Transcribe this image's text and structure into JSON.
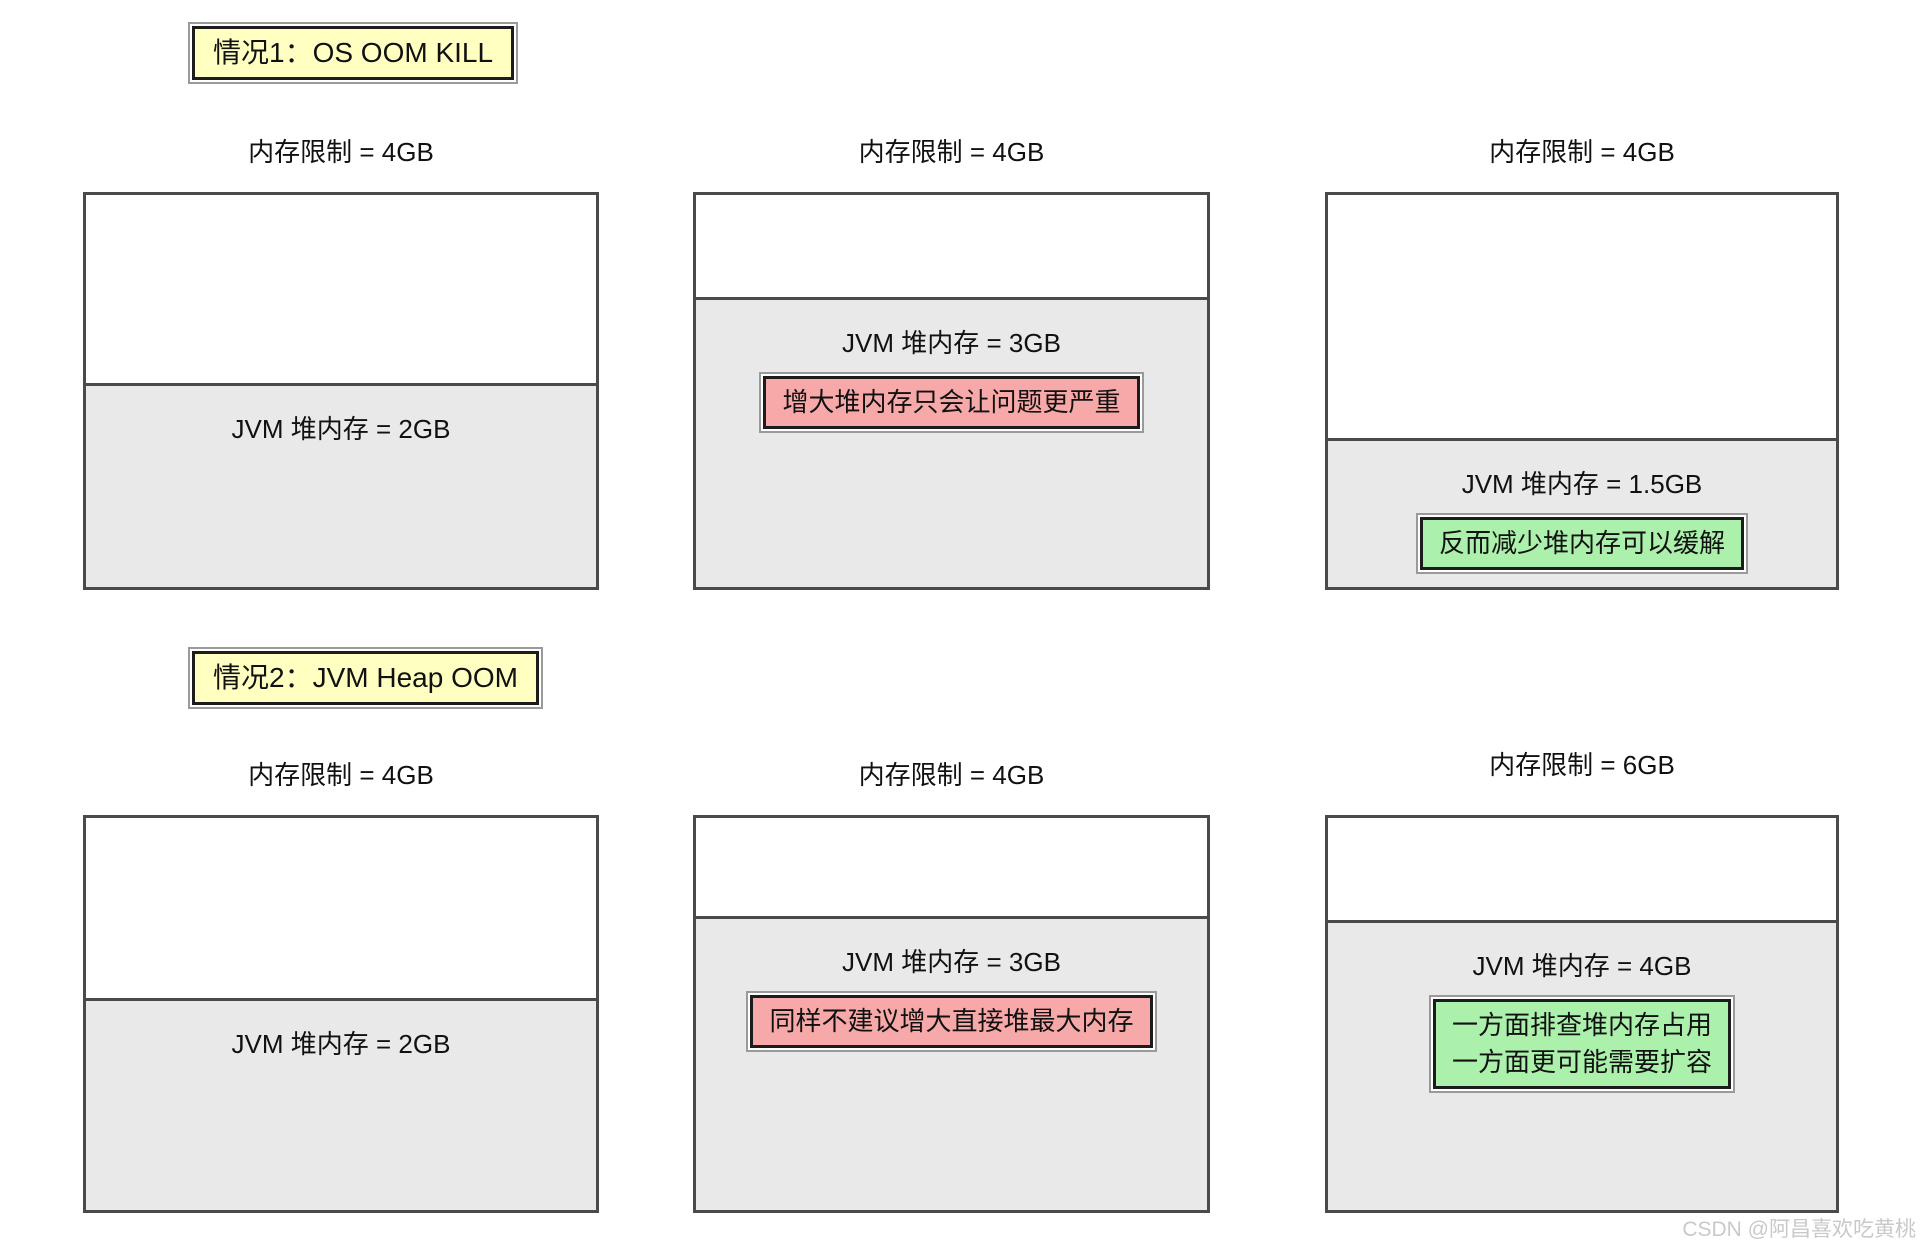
{
  "colors": {
    "label_bg": "#FFFFC2",
    "bad_badge_bg": "#F7A8A8",
    "good_badge_bg": "#ABF0AB",
    "box_fill": "#E9E9E9",
    "box_border": "#4A4A4A",
    "watermark": "#C9C9C9"
  },
  "watermark": "CSDN @阿昌喜欢吃黄桃",
  "sections": [
    {
      "label": "情况1：OS OOM KILL",
      "boxes": [
        {
          "limit_label": "内存限制 = 4GB",
          "heap_label": "JVM 堆内存 = 2GB",
          "heap_fill_pct": 52
        },
        {
          "limit_label": "内存限制 = 4GB",
          "heap_label": "JVM 堆内存 = 3GB",
          "heap_fill_pct": 74,
          "badge": {
            "type": "bad",
            "text": "增大堆内存只会让问题更严重"
          }
        },
        {
          "limit_label": "内存限制 = 4GB",
          "heap_label": "JVM 堆内存 = 1.5GB",
          "heap_fill_pct": 38,
          "badge": {
            "type": "good",
            "text": "反而减少堆内存可以缓解"
          }
        }
      ]
    },
    {
      "label": "情况2：JVM Heap OOM",
      "boxes": [
        {
          "limit_label": "内存限制 = 4GB",
          "heap_label": "JVM 堆内存 = 2GB",
          "heap_fill_pct": 54
        },
        {
          "limit_label": "内存限制 = 4GB",
          "heap_label": "JVM 堆内存 = 3GB",
          "heap_fill_pct": 75,
          "badge": {
            "type": "bad",
            "text": "同样不建议增大直接堆最大内存"
          }
        },
        {
          "limit_label": "内存限制 = 6GB",
          "heap_label": "JVM 堆内存 = 4GB",
          "heap_fill_pct": 74,
          "badge": {
            "type": "good",
            "text": "一方面排查堆内存占用\n一方面更可能需要扩容"
          }
        }
      ]
    }
  ]
}
